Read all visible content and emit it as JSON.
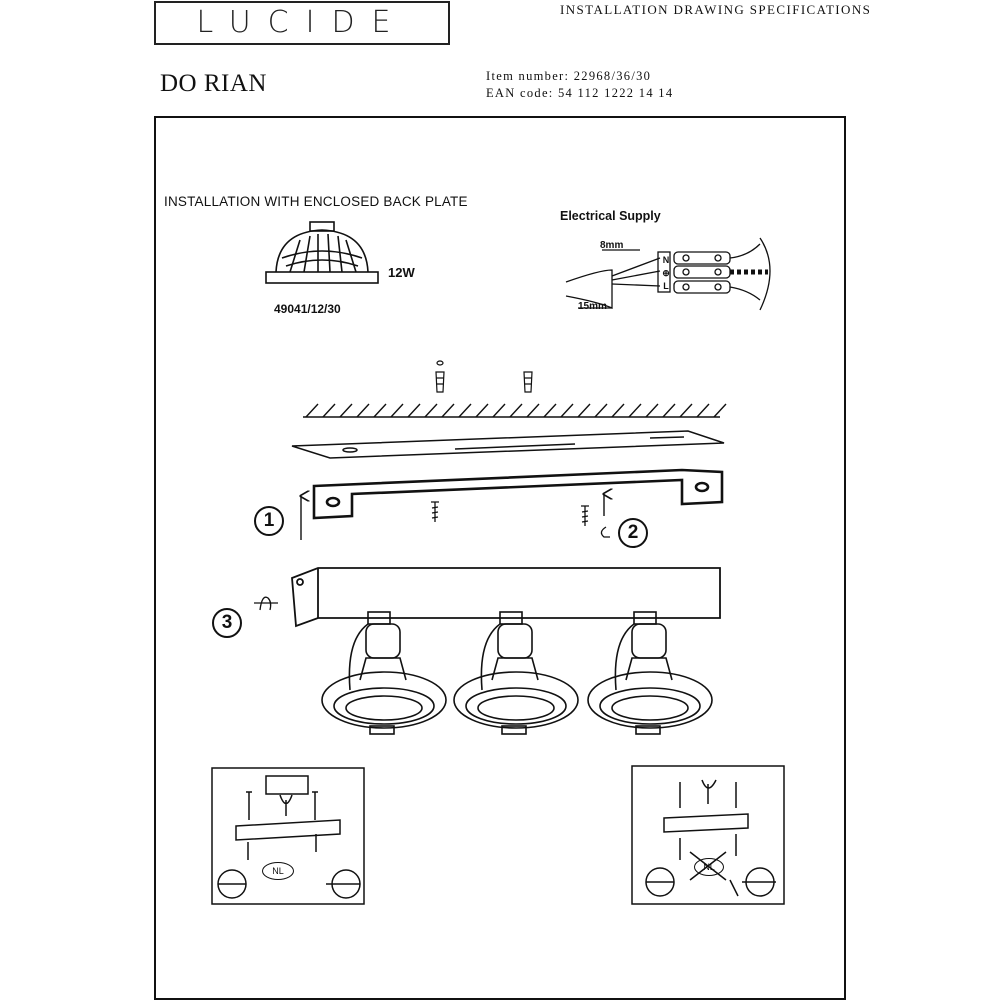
{
  "header": {
    "brand": "LUCIDE",
    "doc_title": "INSTALLATION DRAWING SPECIFICATIONS",
    "product_name": "DO RIAN",
    "item_number": "Item number: 22968/36/30",
    "ean_code": "EAN code: 54 112 1222 14 14"
  },
  "installation": {
    "heading": "INSTALLATION WITH ENCLOSED BACK PLATE",
    "lamp": {
      "wattage": "12W",
      "code": "49041/12/30",
      "icon": "ar111-lamp-icon"
    }
  },
  "electrical": {
    "heading": "Electrical Supply",
    "strip_length": "8mm",
    "sheath_length": "15mm",
    "terminals": [
      "N",
      "⊕",
      "L"
    ]
  },
  "steps": [
    "1",
    "2",
    "3"
  ],
  "detail_panels": {
    "left_badge": "NL",
    "right_badge": "NL"
  }
}
